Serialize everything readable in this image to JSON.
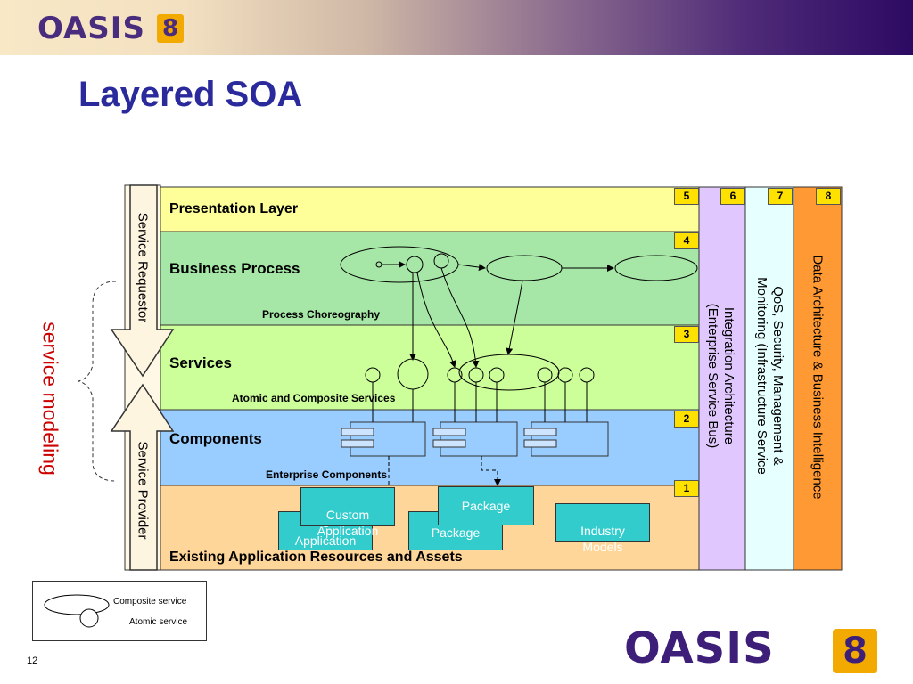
{
  "header": {
    "logo_text": "OASIS",
    "logo_badge": "8"
  },
  "title": "Layered SOA",
  "layers": {
    "presentation": {
      "title": "Presentation Layer",
      "num": "5"
    },
    "business_process": {
      "title": "Business Process",
      "sub": "Process Choreography",
      "num": "4"
    },
    "services": {
      "title": "Services",
      "sub": "Atomic and Composite Services",
      "num": "3"
    },
    "components": {
      "title": "Components",
      "sub": "Enterprise Components",
      "num": "2"
    },
    "existing": {
      "title": "Existing Application Resources and Assets",
      "num": "1"
    }
  },
  "columns": {
    "integration": {
      "num": "6",
      "line1": "Integration Architecture",
      "line2": "(Enterprise Service  Bus)"
    },
    "qos": {
      "num": "7",
      "line1": "QoS, Security, Management &",
      "line2": "Monitoring (Infrastructure Service"
    },
    "data": {
      "num": "8",
      "line1": "Data  Architecture & Business Intelligence"
    }
  },
  "arrows": {
    "requestor": "Service Requestor",
    "provider": "Service Provider"
  },
  "side_label": "service modeling",
  "assets": {
    "custom_front": "Custom\nApplication",
    "custom_back": "Application",
    "custom_back_partial": "C",
    "package_front": "Package",
    "package_back": "Package",
    "industry": "Industry\nModels"
  },
  "legend": {
    "composite": "Composite service",
    "atomic": "Atomic service"
  },
  "footer": {
    "page": "12",
    "logo_text": "OASIS",
    "logo_badge": "8"
  },
  "colors": {
    "presentation": "#ffff99",
    "business_process": "#a6e6a6",
    "services": "#ccff99",
    "components": "#99ccff",
    "existing": "#ffd699",
    "integration": "#e0c8ff",
    "qos": "#e6ffff",
    "data": "#ff9933",
    "asset_box": "#33cccc",
    "title": "#2a2a9c",
    "side_label": "#cc0000"
  }
}
